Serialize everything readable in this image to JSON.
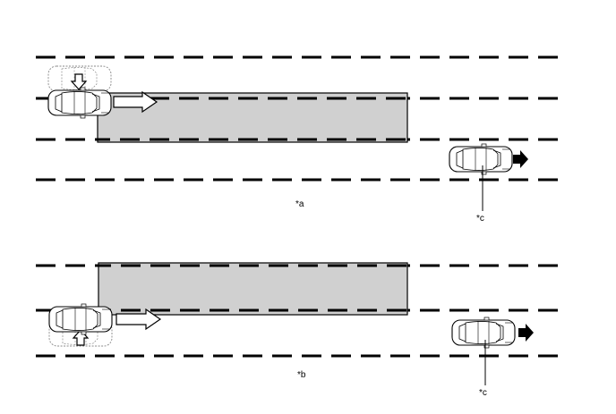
{
  "diagram_a": {
    "label": "*a",
    "callout_c": "*c"
  },
  "diagram_b": {
    "label": "*b",
    "callout_c": "*c"
  },
  "colors": {
    "zone_fill": "#d0d0d0",
    "line": "#000000",
    "ghost_outline": "#888888"
  },
  "icons": [
    "vehicle-icon",
    "ghost-vehicle-icon",
    "lane-change-arrow-icon",
    "travel-arrow-icon",
    "detection-zone"
  ]
}
